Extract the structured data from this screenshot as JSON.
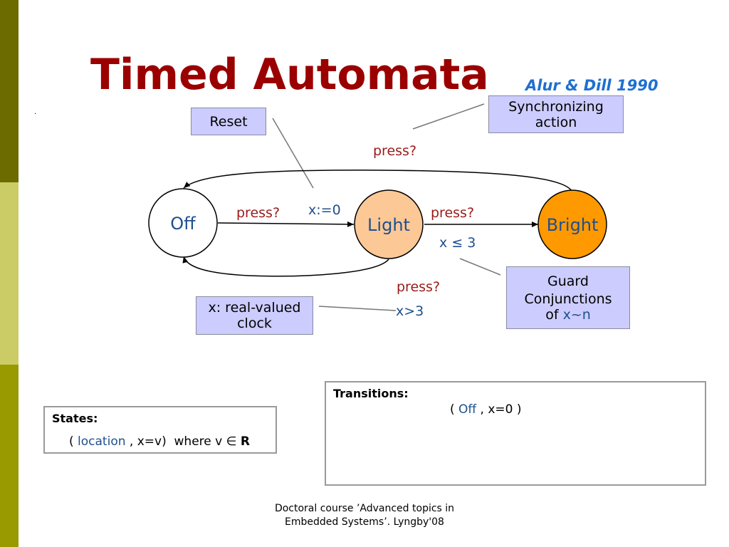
{
  "colors": {
    "sidebar_top": "#6b6b00",
    "sidebar_mid": "#cccc66",
    "sidebar_bottom": "#999900",
    "title": "#9a0000",
    "subtitle": "#1f6fd0",
    "label_red": "#9a1a1a",
    "label_blue": "#1f4f8f",
    "callout_fill": "#ccccff",
    "light_fill": "#fcc896",
    "bright_fill": "#ff9900",
    "line": "#000000",
    "pointer": "#777777"
  },
  "title": "Timed Automata",
  "subtitle": "Alur & Dill 1990",
  "decor": ".",
  "states": {
    "off": "Off",
    "light": "Light",
    "bright": "Bright"
  },
  "edges": {
    "off_light_action": "press?",
    "off_light_reset": "x:=0",
    "light_bright_action": "press?",
    "light_bright_guard": "x ≤ 3",
    "bright_off_action": "press?",
    "light_off_action": "press?",
    "light_off_guard": "x>3"
  },
  "callouts": {
    "reset": "Reset",
    "sync_line1": "Synchronizing",
    "sync_line2": "action",
    "guard_line1": "Guard",
    "guard_line2": "Conjunctions",
    "guard_line3_prefix": "of ",
    "guard_line3_expr": "x~n",
    "clock_line1": "x: real-valued",
    "clock_line2": "clock"
  },
  "states_box": {
    "heading": "States:",
    "open": "( ",
    "location": "location",
    "mid": " , x=v)  where v ",
    "member": "∈",
    "reals": "R"
  },
  "transitions_box": {
    "heading": "Transitions:",
    "open": "( ",
    "location": "Off",
    "rest": " , x=0 )"
  },
  "footer": {
    "line1": "Doctoral course ’Advanced topics in",
    "line2": "Embedded Systems’. Lyngby'08"
  }
}
